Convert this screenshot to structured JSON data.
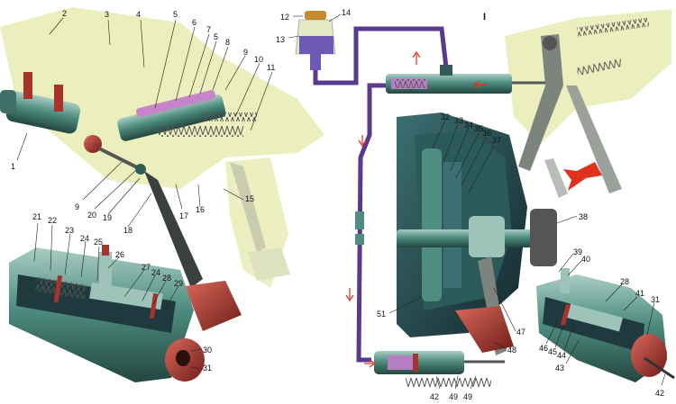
{
  "diagram": {
    "section_mark": "I",
    "colors": {
      "body_bg": "#e7ecb2",
      "metal_dark": "#2f5d55",
      "metal_mid": "#4f8d80",
      "metal_light": "#9ec3b8",
      "hydraulic_line": "#5a3a8c",
      "fluid": "#b67fc4",
      "rubber": "#a8322c",
      "spring": "#777777",
      "clutch_dark": "#1f3a3f",
      "arrow": "#e0301e"
    },
    "labels": [
      {
        "id": "1",
        "text": "1"
      },
      {
        "id": "2",
        "text": "2"
      },
      {
        "id": "3",
        "text": "3"
      },
      {
        "id": "4",
        "text": "4"
      },
      {
        "id": "5a",
        "text": "5"
      },
      {
        "id": "6",
        "text": "6"
      },
      {
        "id": "7",
        "text": "7"
      },
      {
        "id": "5b",
        "text": "5"
      },
      {
        "id": "8",
        "text": "8"
      },
      {
        "id": "9a",
        "text": "9"
      },
      {
        "id": "10",
        "text": "10"
      },
      {
        "id": "11",
        "text": "11"
      },
      {
        "id": "9b",
        "text": "9"
      },
      {
        "id": "20",
        "text": "20"
      },
      {
        "id": "19",
        "text": "19"
      },
      {
        "id": "18",
        "text": "18"
      },
      {
        "id": "17",
        "text": "17"
      },
      {
        "id": "16",
        "text": "16"
      },
      {
        "id": "15",
        "text": "15"
      },
      {
        "id": "12",
        "text": "12"
      },
      {
        "id": "13",
        "text": "13"
      },
      {
        "id": "14",
        "text": "14"
      },
      {
        "id": "21",
        "text": "21"
      },
      {
        "id": "22",
        "text": "22"
      },
      {
        "id": "23",
        "text": "23"
      },
      {
        "id": "24a",
        "text": "24"
      },
      {
        "id": "25",
        "text": "25"
      },
      {
        "id": "26",
        "text": "26"
      },
      {
        "id": "27",
        "text": "27"
      },
      {
        "id": "24b",
        "text": "24"
      },
      {
        "id": "28a",
        "text": "28"
      },
      {
        "id": "29",
        "text": "29"
      },
      {
        "id": "30",
        "text": "30"
      },
      {
        "id": "31a",
        "text": "31"
      },
      {
        "id": "32",
        "text": "32"
      },
      {
        "id": "33",
        "text": "33"
      },
      {
        "id": "34",
        "text": "34"
      },
      {
        "id": "35",
        "text": "35"
      },
      {
        "id": "36",
        "text": "36"
      },
      {
        "id": "37",
        "text": "37"
      },
      {
        "id": "38",
        "text": "38"
      },
      {
        "id": "39",
        "text": "39"
      },
      {
        "id": "40",
        "text": "40"
      },
      {
        "id": "28b",
        "text": "28"
      },
      {
        "id": "41",
        "text": "41"
      },
      {
        "id": "31b",
        "text": "31"
      },
      {
        "id": "51",
        "text": "51"
      },
      {
        "id": "47",
        "text": "47"
      },
      {
        "id": "48",
        "text": "48"
      },
      {
        "id": "46",
        "text": "46"
      },
      {
        "id": "45",
        "text": "45"
      },
      {
        "id": "44",
        "text": "44"
      },
      {
        "id": "43",
        "text": "43"
      },
      {
        "id": "42a",
        "text": "42"
      },
      {
        "id": "49a",
        "text": "49"
      },
      {
        "id": "49b",
        "text": "49"
      },
      {
        "id": "42b",
        "text": "42"
      }
    ]
  }
}
